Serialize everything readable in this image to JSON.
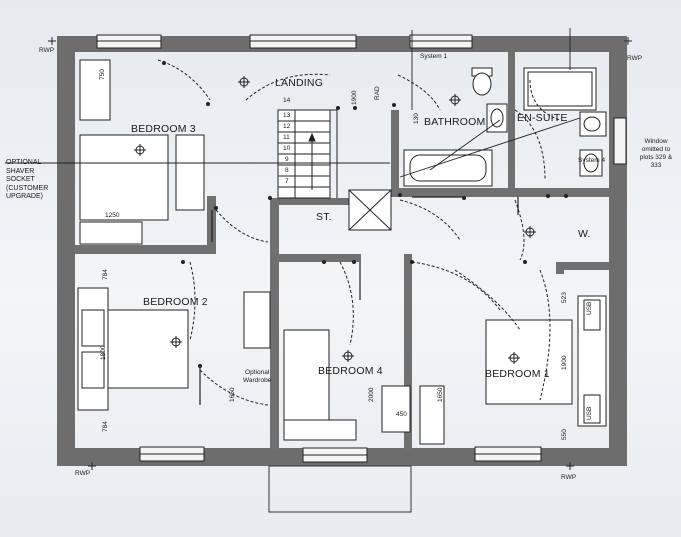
{
  "rooms": {
    "bedroom3": "BEDROOM 3",
    "landing": "LANDING",
    "bathroom": "BATHROOM",
    "ensuite": "EN-SUITE",
    "w": "W.",
    "st": "ST.",
    "bedroom2": "BEDROOM 2",
    "bedroom4": "BEDROOM 4",
    "bedroom1": "BEDROOM 1"
  },
  "notes": {
    "shaver": [
      "OPTIONAL",
      "SHAVER",
      "SOCKET",
      "(CUSTOMER",
      "UPGRADE)"
    ],
    "window": [
      "Window",
      "omitted to",
      "plots 329 &",
      "333"
    ],
    "wardrobe": [
      "Optional",
      "Wardrobe"
    ],
    "system1": "System 1",
    "system4": "System 4"
  },
  "rwp": {
    "top_left": "RWP",
    "top_right": "RWP",
    "bottom_left": "RWP",
    "bottom_right": "RWP"
  },
  "dims": {
    "d750": "750",
    "d1250": "1250",
    "d1900_landing": "1900",
    "d784_top": "784",
    "d1800": "1800",
    "d784_bottom": "784",
    "d1650_b2": "1650",
    "d2000": "2000",
    "d450": "450",
    "d1650_b4": "1650",
    "d523": "523",
    "d1900_b1": "1900",
    "d550": "550",
    "d130": "130"
  },
  "stairs": [
    "14",
    "13",
    "12",
    "11",
    "10",
    "9",
    "8",
    "7"
  ],
  "sockets": {
    "usb1": "USB",
    "usb2": "USB",
    "rad": "RAD"
  }
}
